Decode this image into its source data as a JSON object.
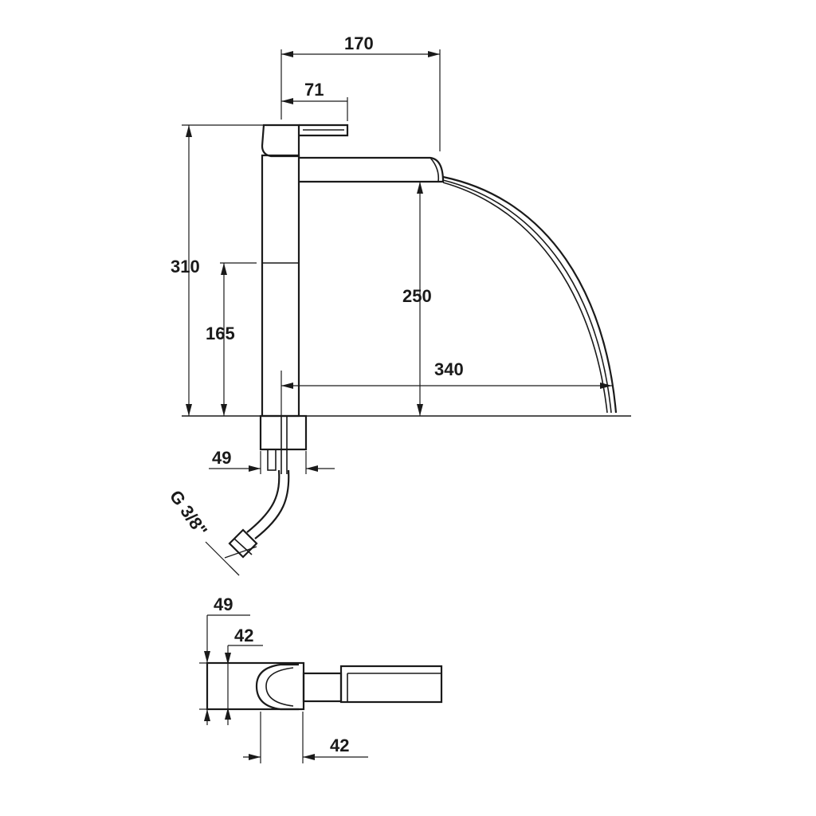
{
  "dimensions": {
    "d170": "170",
    "d71": "71",
    "d310": "310",
    "d165": "165",
    "d250": "250",
    "d340": "340",
    "d49_side": "49",
    "thread": "G 3/8\"",
    "d49_top": "49",
    "d42_top": "42",
    "d42_bottom": "42"
  }
}
